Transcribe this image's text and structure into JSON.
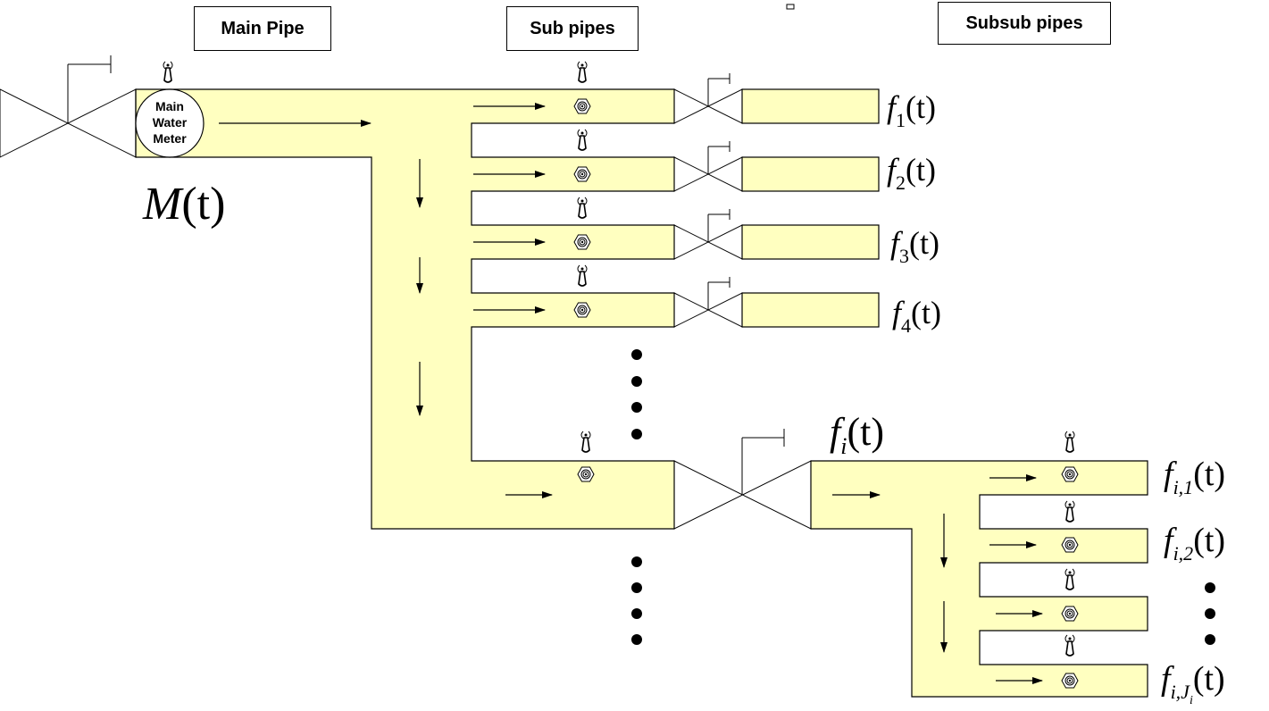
{
  "headers": {
    "main_pipe": "Main Pipe",
    "sub_pipes": "Sub pipes",
    "subsub_pipes": "Subsub pipes"
  },
  "meter": {
    "line1": "Main",
    "line2": "Water",
    "line3": "Meter"
  },
  "labels": {
    "main_flow": {
      "name": "M",
      "arg": "(t)"
    },
    "f1": {
      "name": "f",
      "sub": "1",
      "arg": "(t)"
    },
    "f2": {
      "name": "f",
      "sub": "2",
      "arg": "(t)"
    },
    "f3": {
      "name": "f",
      "sub": "3",
      "arg": "(t)"
    },
    "f4": {
      "name": "f",
      "sub": "4",
      "arg": "(t)"
    },
    "fi": {
      "name": "f",
      "sub": "i",
      "arg": "(t)"
    },
    "fi1": {
      "name": "f",
      "sub": "i,1",
      "arg": "(t)"
    },
    "fi2": {
      "name": "f",
      "sub": "i,2",
      "arg": "(t)"
    },
    "fiJ": {
      "name": "f",
      "sub": "i,J",
      "subsub": "i",
      "arg": "(t)"
    }
  },
  "colors": {
    "pipe_fill": "#FFFFC0",
    "stroke": "#000000"
  },
  "icons": {
    "sensor": "antenna-sensor-icon",
    "meter": "hexagon-meter-icon",
    "valve": "gate-valve-icon"
  }
}
